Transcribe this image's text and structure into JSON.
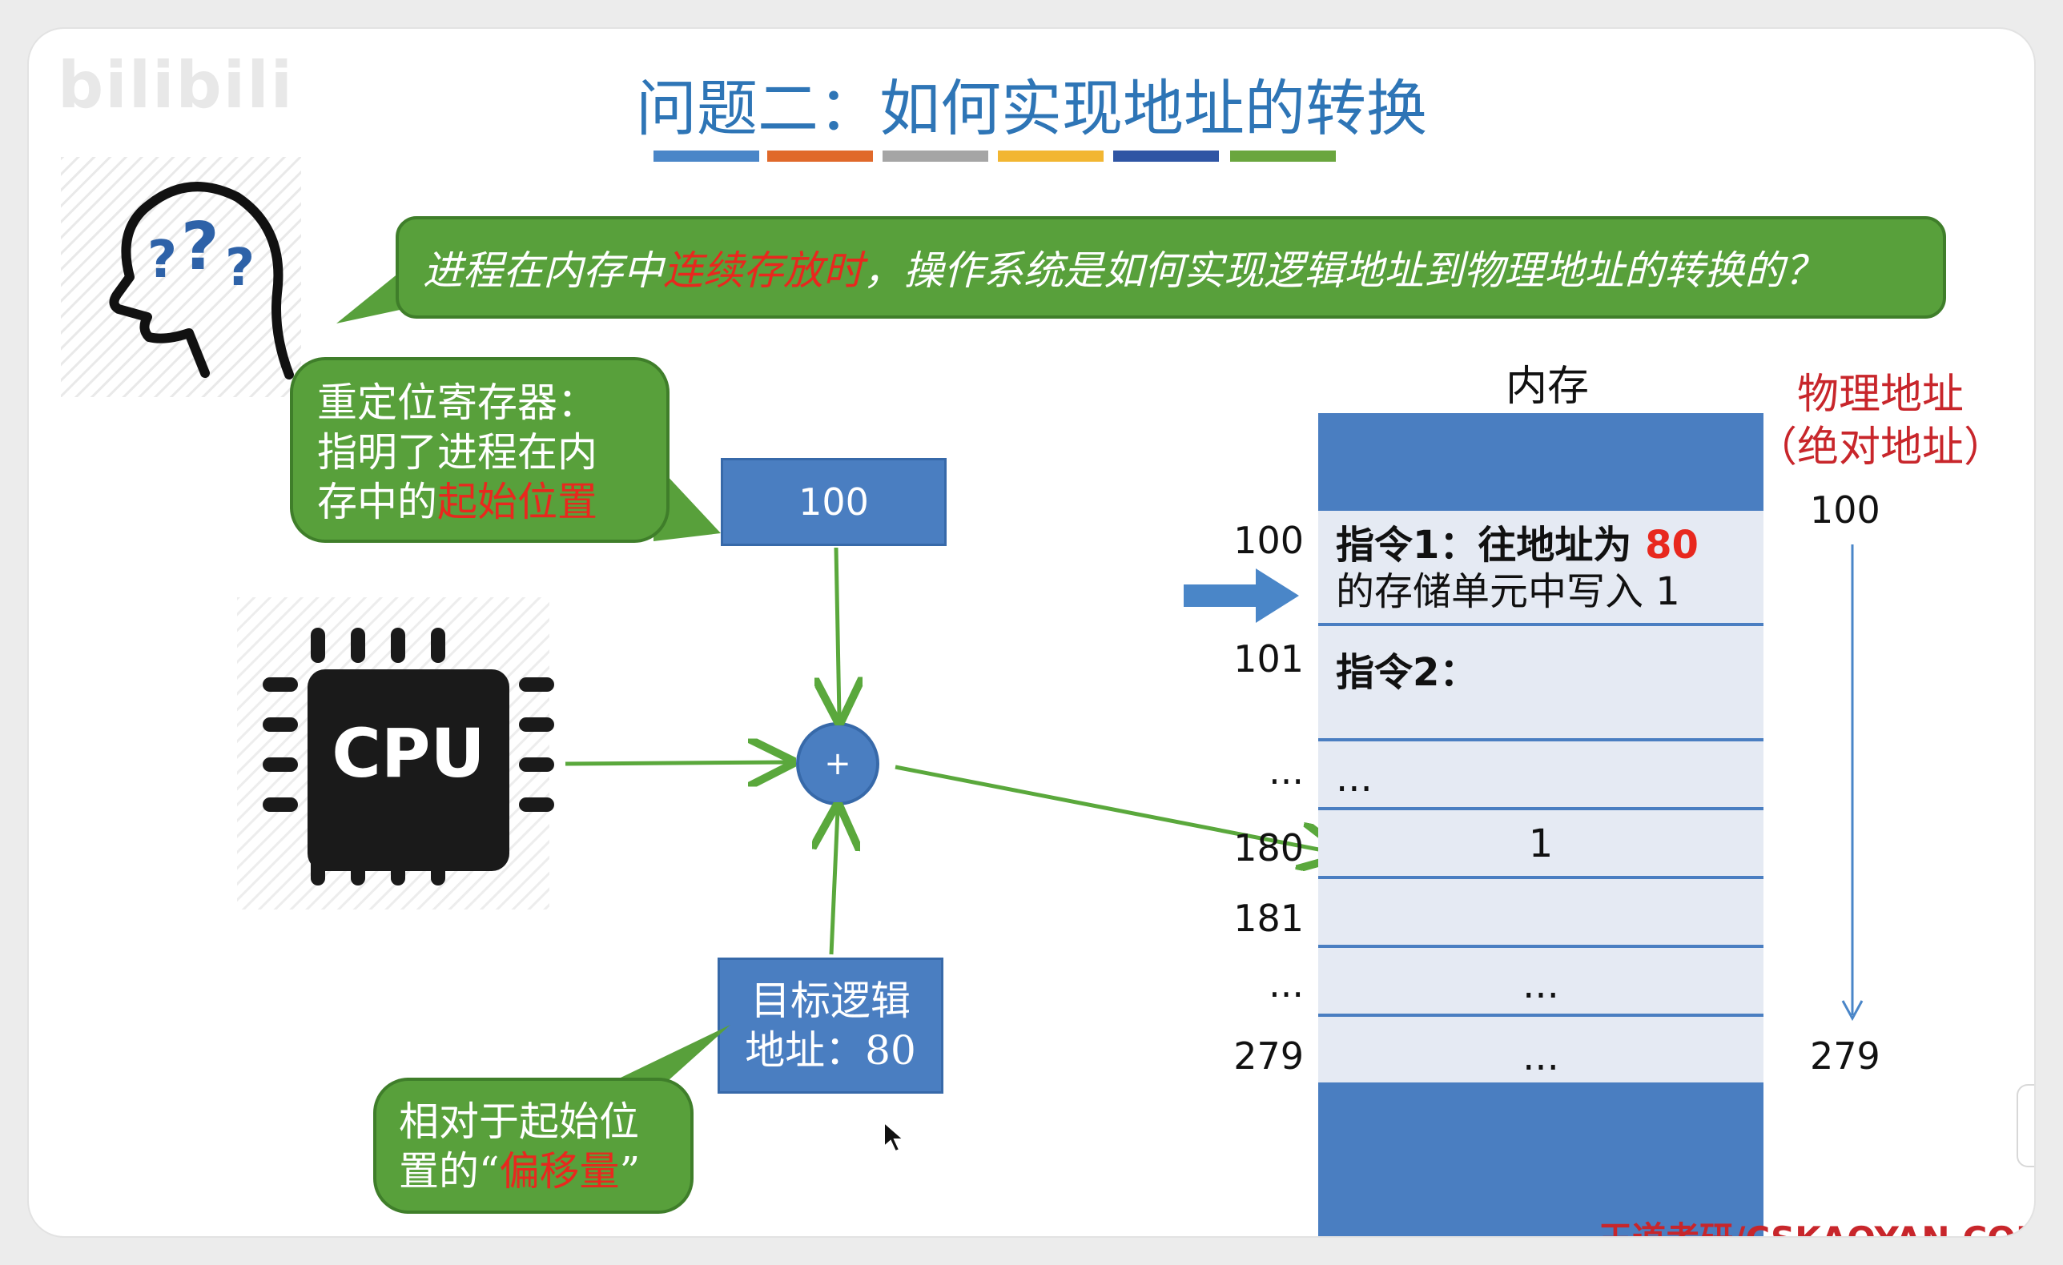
{
  "watermark": "bilibili",
  "title": "问题二：如何实现地址的转换",
  "colors": {
    "title": "#2e75b6",
    "bubble_green": "#58a03b",
    "box_blue": "#4a7ec1",
    "memory_cell": "#e5eaf3",
    "highlight_red": "#e8281e",
    "arrow_green": "#5aa83c",
    "underline_bars": [
      "#4a86c8",
      "#e0692a",
      "#a5a5a5",
      "#f2b632",
      "#2f55a4",
      "#6aa63e"
    ]
  },
  "question": {
    "before": "进程在内存中",
    "highlight": "连续存放时",
    "after": "，操作系统是如何实现逻辑地址到物理地址的转换的？"
  },
  "relocation_note": {
    "line1": "重定位寄存器：",
    "line2": "指明了进程在内",
    "line3_before": "存中的",
    "line3_highlight": "起始位置"
  },
  "relocation_value": "100",
  "cpu_label": "CPU",
  "adder_symbol": "+",
  "target_box": {
    "line1": "目标逻辑",
    "line2": "地址：80"
  },
  "offset_note": {
    "line1": "相对于起始位",
    "line2_before": "置的“",
    "line2_highlight": "偏移量",
    "line2_after": "”"
  },
  "memory": {
    "label": "内存",
    "rows": [
      {
        "addr": "100",
        "line1_before": "指令1：往地址为 ",
        "line1_highlight": "80",
        "line2": "的存储单元中写入 1"
      },
      {
        "addr": "101",
        "text": "指令2："
      },
      {
        "addr": "...",
        "text": "..."
      },
      {
        "addr": "180",
        "text": "1"
      },
      {
        "addr": "181",
        "text": ""
      },
      {
        "addr": "...",
        "text": "..."
      },
      {
        "addr": "279",
        "text": "..."
      }
    ]
  },
  "physical": {
    "label1": "物理地址",
    "label2": "（绝对地址）",
    "start": "100",
    "end": "279"
  },
  "footer": "王道考研/CSKAOYAN.COM",
  "icons": [
    "thinking-head-icon",
    "cpu-chip-icon",
    "mouse-cursor-icon",
    "arrow-right-icon"
  ]
}
